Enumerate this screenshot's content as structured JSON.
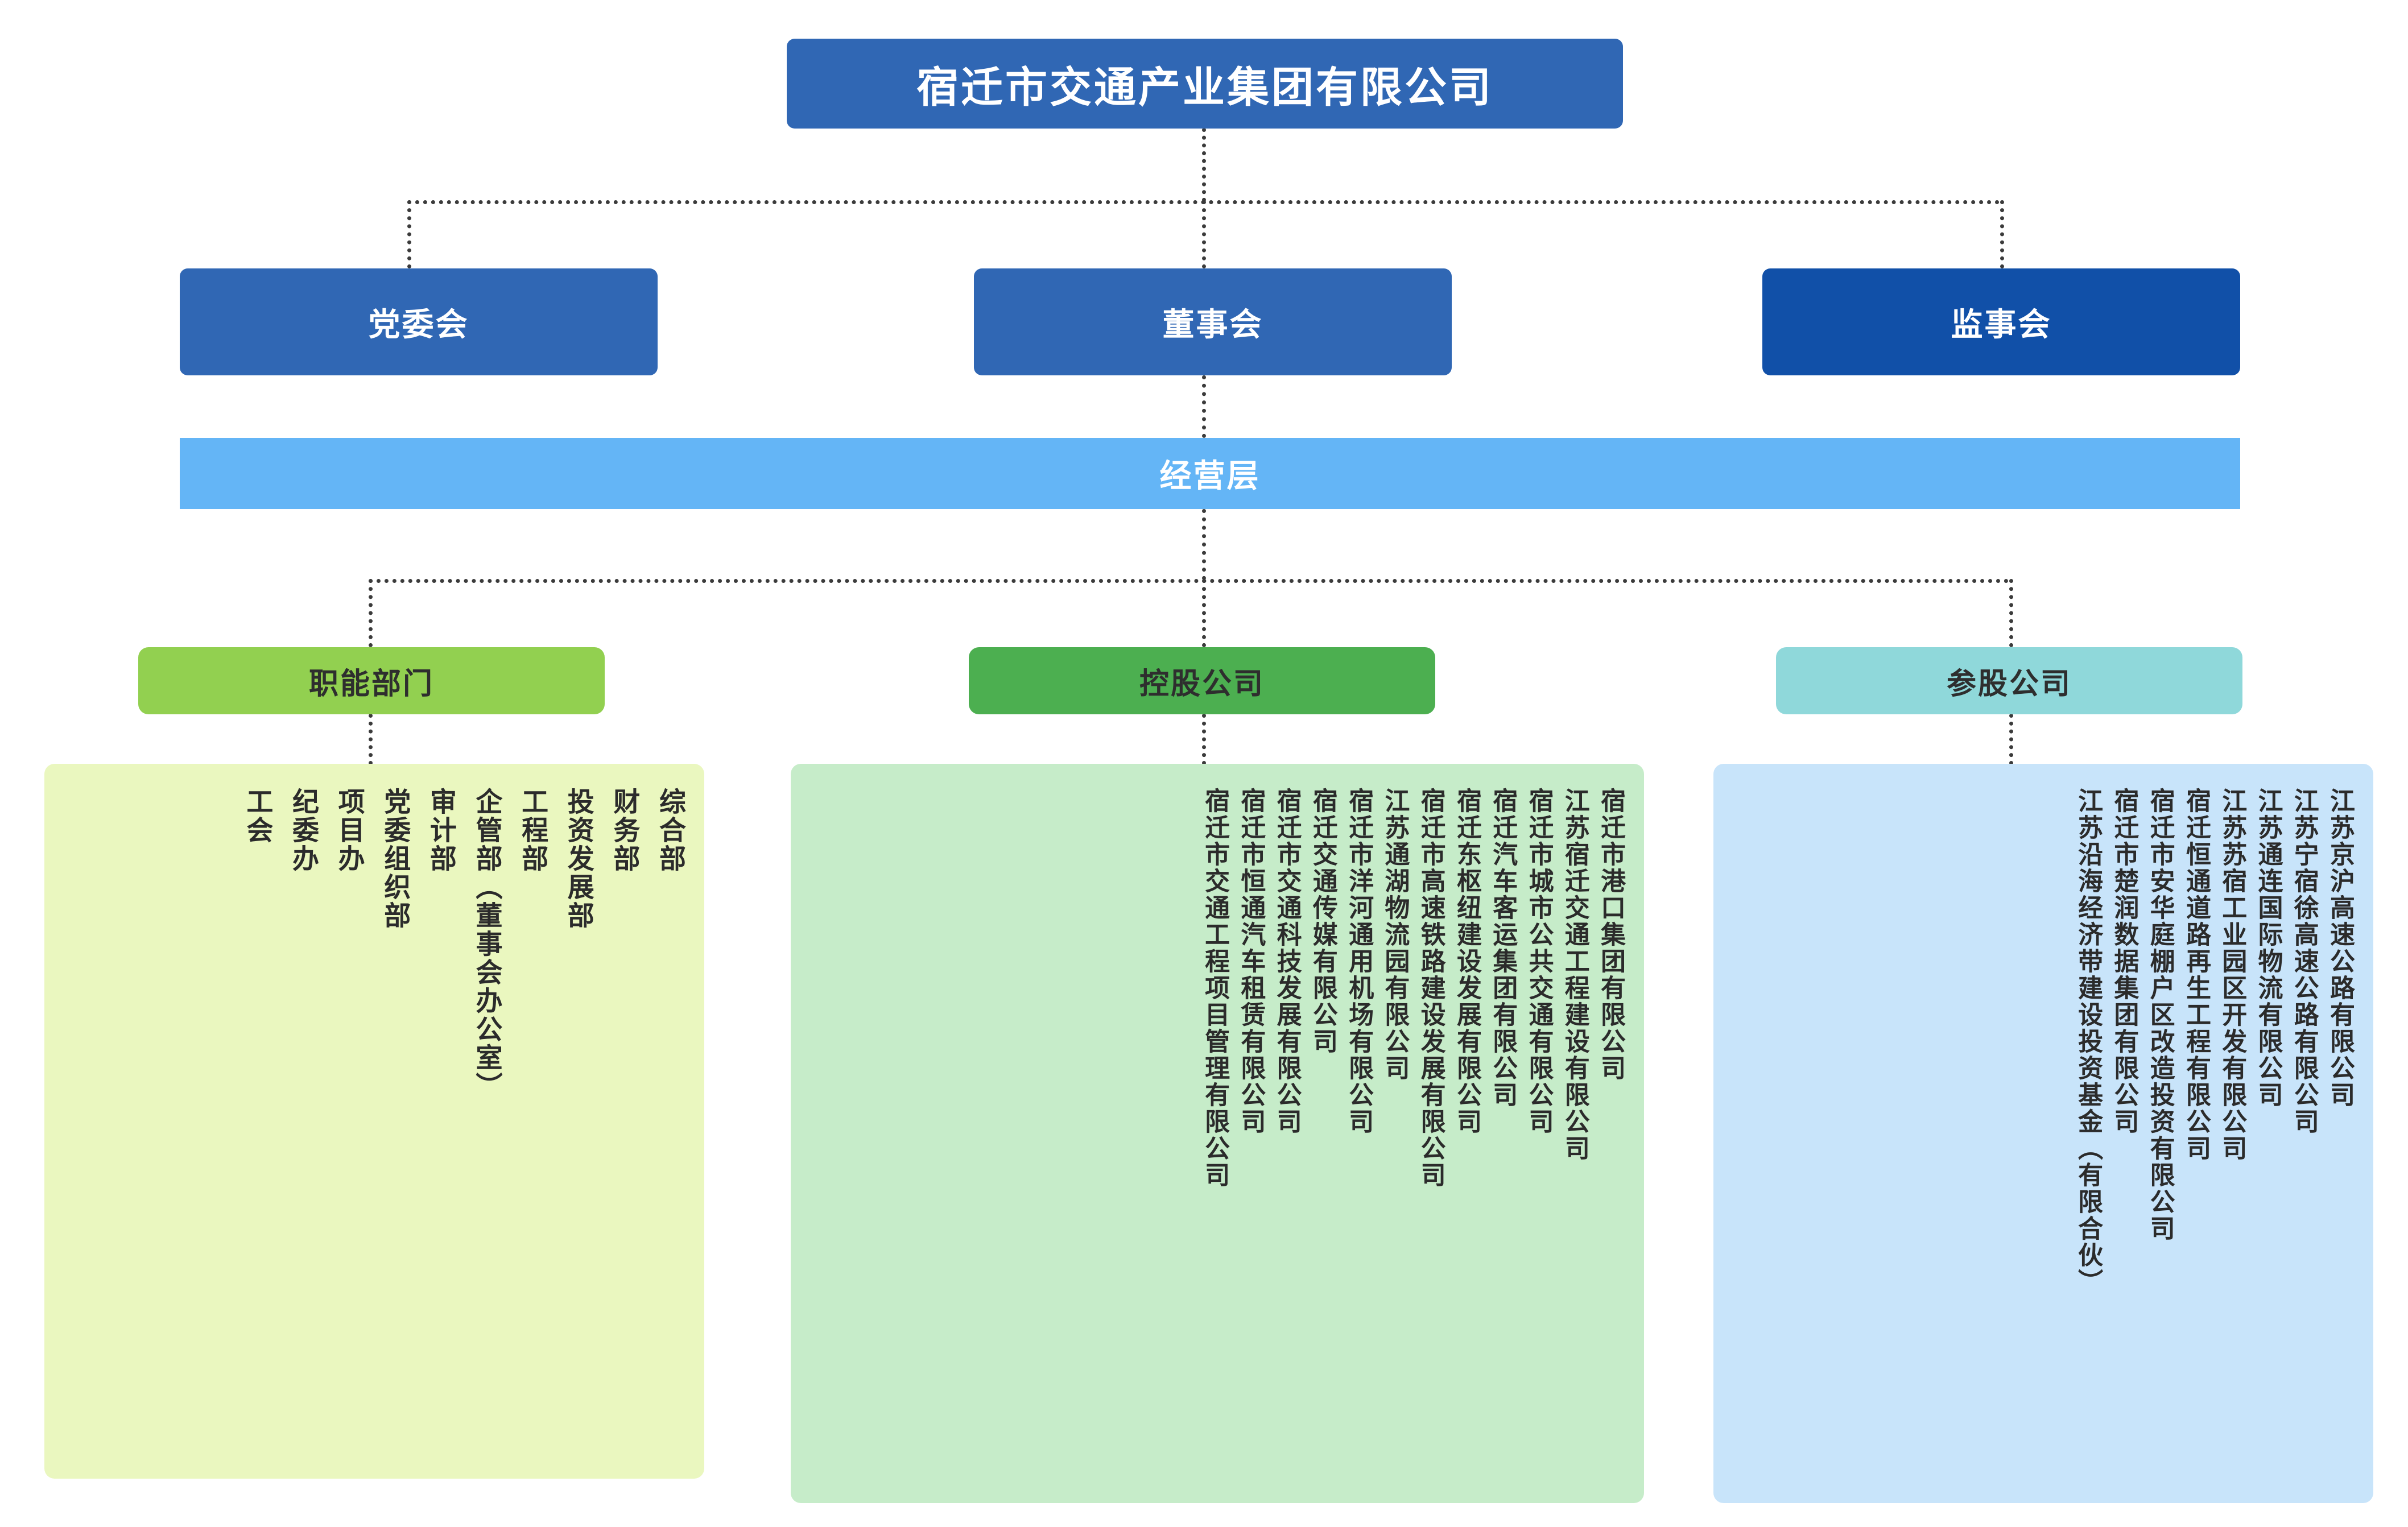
{
  "root": {
    "label": "宿迁市交通产业集团有限公司",
    "color": "#3067b4"
  },
  "governance": [
    {
      "label": "党委会",
      "color": "#3067b4"
    },
    {
      "label": "董事会",
      "color": "#3067b4"
    },
    {
      "label": "监事会",
      "color": "#1150a8"
    }
  ],
  "management_band": {
    "label": "经营层",
    "color": "#64b5f6"
  },
  "categories": [
    {
      "label": "职能部门",
      "color": "#92d050"
    },
    {
      "label": "控股公司",
      "color": "#4caf50"
    },
    {
      "label": "参股公司",
      "color": "#8fd8da"
    }
  ],
  "functional_departments": {
    "panel_color": "#eaf7bf",
    "items": [
      "综合部",
      "财务部",
      "投资发展部",
      "工程部",
      "企管部（董事会办公室）",
      "审计部",
      "党委组织部",
      "项目办",
      "纪委办",
      "工会"
    ]
  },
  "holding_companies": {
    "panel_color": "#c6ecc9",
    "items": [
      "宿迁市港口集团有限公司",
      "江苏宿迁交通工程建设有限公司",
      "宿迁市城市公共交通有限公司",
      "宿迁汽车客运集团有限公司",
      "宿迁东枢纽建设发展有限公司",
      "宿迁市高速铁路建设发展有限公司",
      "江苏通湖物流园有限公司",
      "宿迁市洋河通用机场有限公司",
      "宿迁交通传媒有限公司",
      "宿迁市交通科技发展有限公司",
      "宿迁市恒通汽车租赁有限公司",
      "宿迁市交通工程项目管理有限公司"
    ]
  },
  "shareholding_companies": {
    "panel_color": "#c8e4fa",
    "items": [
      "江苏京沪高速公路有限公司",
      "江苏宁宿徐高速公路有限公司",
      "江苏通连国际物流有限公司",
      "江苏苏宿工业园区开发有限公司",
      "宿迁恒通道路再生工程有限公司",
      "宿迁市安华庭棚户区改造投资有限公司",
      "宿迁市楚润数据集团有限公司",
      "江苏沿海经济带建设投资基金（有限合伙）"
    ]
  }
}
